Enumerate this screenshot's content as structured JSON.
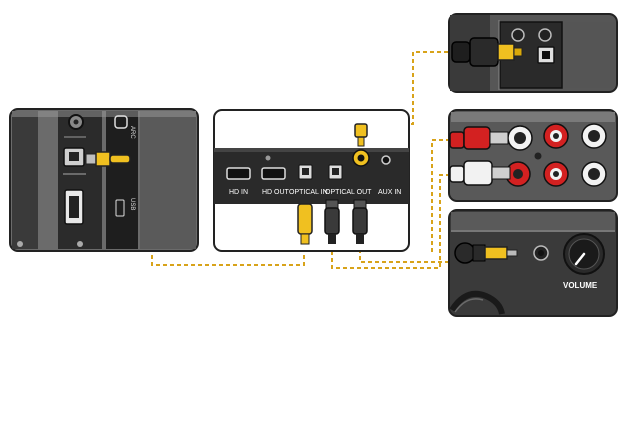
{
  "labels": {
    "tv_vertical_top": "ARC",
    "tv_vertical_bottom": "USB",
    "hd_in": "HD IN",
    "hd_out": "HD OUT",
    "optical_in": "OPTICAL IN",
    "optical_out": "OPTICAL OUT",
    "aux_in": "AUX IN",
    "volume": "VOLUME"
  },
  "colors": {
    "cable_line": "#d8a31a",
    "plug_yellow": "#f0c020",
    "rca_red": "#d32121",
    "rca_white": "#f2f2f2",
    "panel_dark": "#2a2a2a",
    "panel_gray": "#6e6e6e"
  },
  "icons": [
    "hdmi-port-icon",
    "optical-port-icon",
    "aux-jack-icon",
    "rca-jack-icon",
    "volume-knob-icon",
    "usb-port-icon"
  ]
}
